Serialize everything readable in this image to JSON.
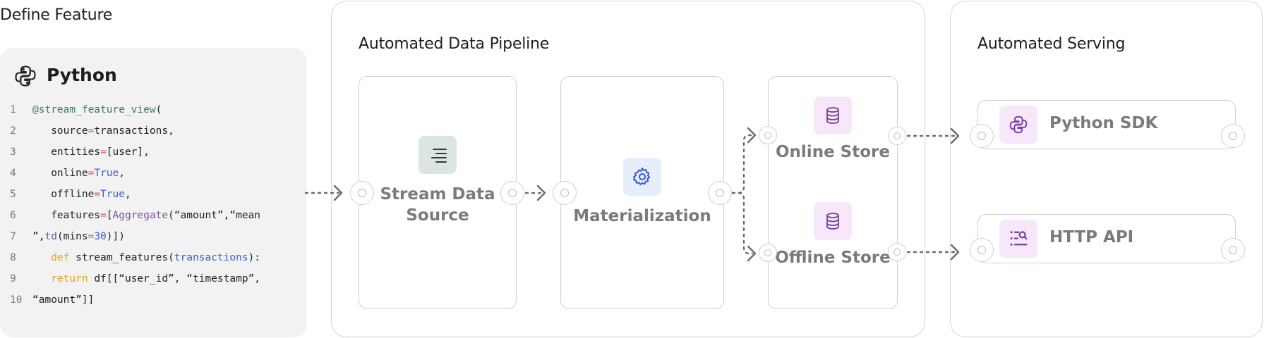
{
  "define": {
    "title": "Define Feature",
    "panel_title": "Python",
    "code": [
      {
        "n": "1",
        "parts": [
          [
            "dec",
            "@stream_feature_view"
          ],
          [
            "",
            "("
          ]
        ]
      },
      {
        "n": "2",
        "parts": [
          [
            "",
            "   source"
          ],
          [
            "op",
            "="
          ],
          [
            "",
            "transactions,"
          ]
        ]
      },
      {
        "n": "3",
        "parts": [
          [
            "",
            "   entities"
          ],
          [
            "op",
            "="
          ],
          [
            "",
            "[user],"
          ]
        ]
      },
      {
        "n": "4",
        "parts": [
          [
            "",
            "   online"
          ],
          [
            "op",
            "="
          ],
          [
            "kw",
            "True"
          ],
          [
            "",
            ","
          ]
        ]
      },
      {
        "n": "5",
        "parts": [
          [
            "",
            "   offline"
          ],
          [
            "op",
            "="
          ],
          [
            "kw",
            "True"
          ],
          [
            "",
            ","
          ]
        ]
      },
      {
        "n": "6",
        "parts": [
          [
            "",
            "   features"
          ],
          [
            "op",
            "="
          ],
          [
            "",
            "["
          ],
          [
            "fn",
            "Aggregate"
          ],
          [
            "",
            "(“amount”,“mean"
          ]
        ]
      },
      {
        "n": "7",
        "parts": [
          [
            "",
            "”,"
          ],
          [
            "fn",
            "td"
          ],
          [
            "",
            "(mins"
          ],
          [
            "op",
            "="
          ],
          [
            "kw",
            "30"
          ],
          [
            "",
            ")])"
          ]
        ]
      },
      {
        "n": "8",
        "parts": [
          [
            "",
            "   "
          ],
          [
            "def",
            "def"
          ],
          [
            "",
            " stream_features("
          ],
          [
            "kw",
            "transactions"
          ],
          [
            "",
            "):"
          ]
        ]
      },
      {
        "n": "9",
        "parts": [
          [
            "",
            "   "
          ],
          [
            "def",
            "return"
          ],
          [
            "",
            " df[[“user_id”, “timestamp”,"
          ]
        ]
      },
      {
        "n": "10",
        "parts": [
          [
            "",
            "“amount”]]"
          ]
        ]
      }
    ]
  },
  "pipeline": {
    "title": "Automated Data Pipeline",
    "stream_source": "Stream Data Source",
    "materialization": "Materialization",
    "online_store": "Online Store",
    "offline_store": "Offline Store"
  },
  "serving": {
    "title": "Automated Serving",
    "python_sdk": "Python SDK",
    "http_api": "HTTP API"
  },
  "colors": {
    "stream_tile": "#dce6e1",
    "gear_tile": "#e6eefc",
    "store_tile": "#f6e8fa",
    "sdk_tile": "#f6e8fa"
  }
}
